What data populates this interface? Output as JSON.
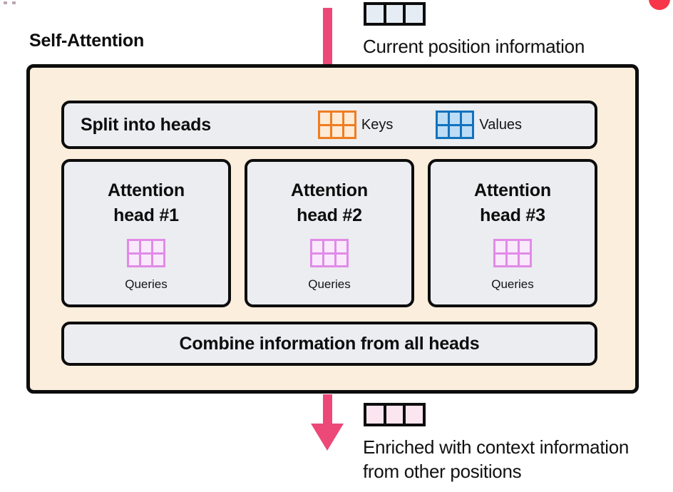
{
  "diagram": {
    "section_title": "Self-Attention",
    "top_caption": "Current position information",
    "bottom_caption_line1": "Enriched with context information",
    "bottom_caption_line2": "from other positions",
    "split_panel": {
      "label": "Split into heads",
      "legend": [
        {
          "name": "keys",
          "label": "Keys",
          "color": "#f07d20",
          "fill": "#fdebd8"
        },
        {
          "name": "values",
          "label": "Values",
          "color": "#1272bd",
          "fill": "#bcddf5"
        }
      ]
    },
    "attention_heads": [
      {
        "title_line1": "Attention",
        "title_line2": "head #1",
        "icon_label": "Queries"
      },
      {
        "title_line1": "Attention",
        "title_line2": "head #2",
        "icon_label": "Queries"
      },
      {
        "title_line1": "Attention",
        "title_line2": "head #3",
        "icon_label": "Queries"
      }
    ],
    "combine_panel": {
      "label": "Combine information from all heads"
    },
    "colors": {
      "container_fill": "#fbeedc",
      "panel_fill": "#ebedf0",
      "stroke": "#0d0d0d",
      "arrow": "#ec4878",
      "keys": "#f07d20",
      "values": "#1272bd",
      "queries": "#e28ae8",
      "input_vector": "#e6ecf4",
      "output_vector": "#fbe5ee",
      "corner_marker": "#f8364a"
    },
    "icons": {
      "input_strip": "matrix-1x3-strip-icon",
      "output_strip": "matrix-1x3-strip-icon",
      "keys_matrix": "matrix-3x2-icon",
      "values_matrix": "matrix-3x2-icon",
      "queries_matrix": "matrix-3x2-icon",
      "flow_arrow": "down-arrow-icon"
    }
  }
}
